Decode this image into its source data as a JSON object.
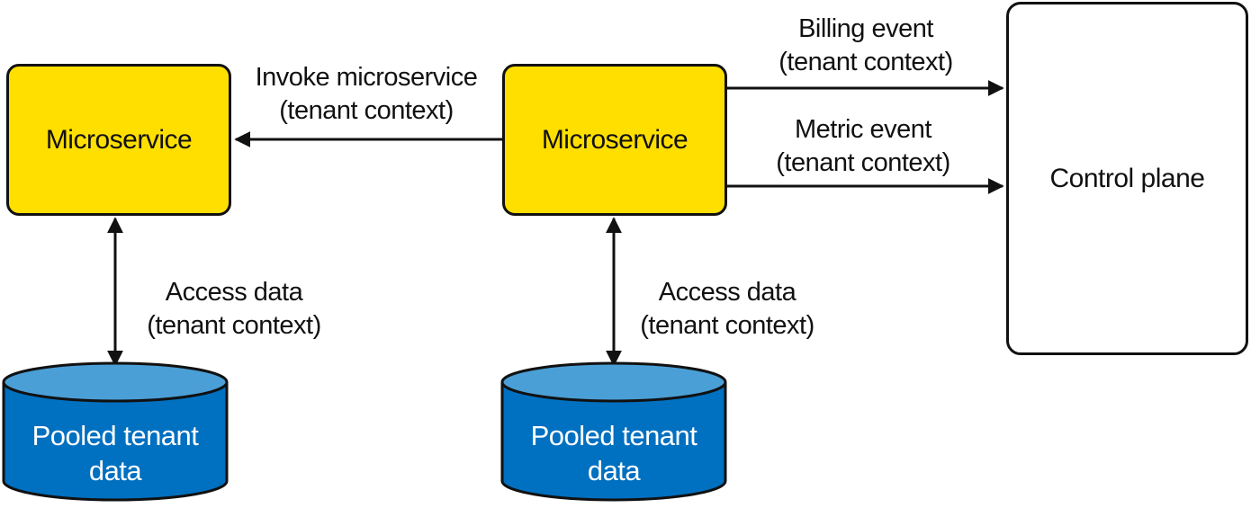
{
  "nodes": {
    "microservice_left": "Microservice",
    "microservice_center": "Microservice",
    "control_plane": "Control plane",
    "db_left": [
      "Pooled tenant",
      "data"
    ],
    "db_center": [
      "Pooled tenant",
      "data"
    ]
  },
  "edges": {
    "invoke": [
      "Invoke microservice",
      "(tenant context)"
    ],
    "billing": [
      "Billing event",
      "(tenant context)"
    ],
    "metric": [
      "Metric event",
      "(tenant context)"
    ],
    "access_left": [
      "Access data",
      "(tenant context)"
    ],
    "access_center": [
      "Access data",
      "(tenant context)"
    ]
  },
  "colors": {
    "microservice_fill": "#ffdf00",
    "database_fill": "#0070c0",
    "database_top": "#4a9fd6",
    "stroke": "#111111"
  }
}
